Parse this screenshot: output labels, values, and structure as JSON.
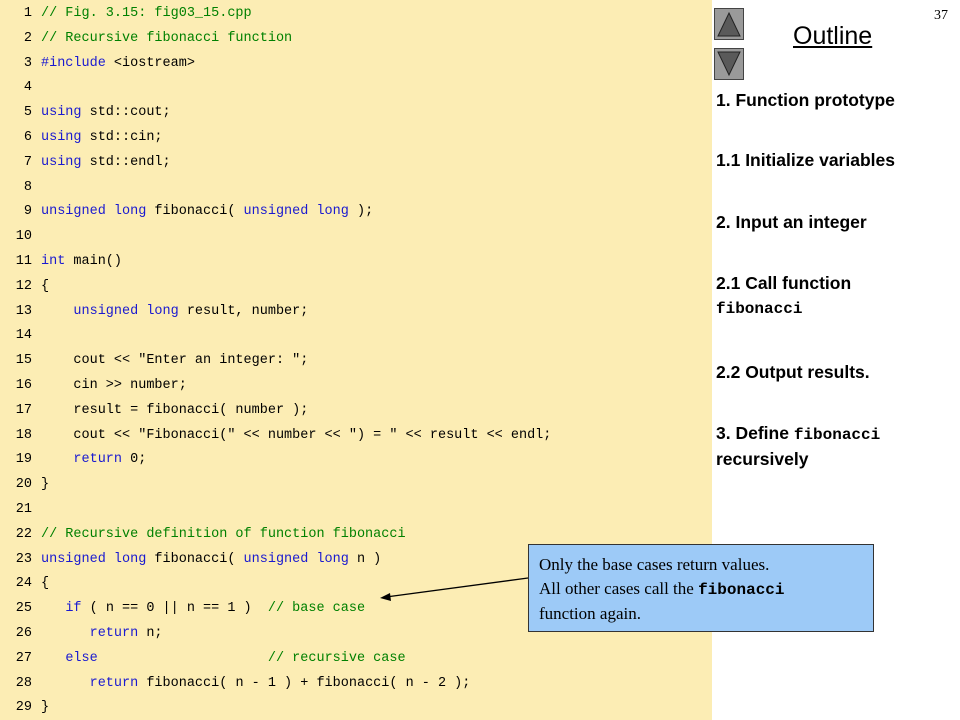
{
  "slide_number": "37",
  "outline": {
    "title": "Outline",
    "items": [
      {
        "text": "1.  Function prototype"
      },
      {
        "text": "1.1  Initialize variables"
      },
      {
        "text": "2.  Input an integer"
      },
      {
        "text": "2.1  Call function ",
        "code": "fibonacci"
      },
      {
        "text": "2.2  Output results."
      },
      {
        "text": "3.  Define ",
        "code": "fibonacci",
        "text2": "recursively"
      }
    ]
  },
  "callout": {
    "line1": "Only the base cases return values.",
    "line2_prefix": "All other cases call the ",
    "line2_code": "fibonacci",
    "line3": "function again."
  },
  "code_lines": [
    {
      "n": "1",
      "segs": [
        [
          "cm",
          "// Fig. 3.15: fig03_15.cpp"
        ]
      ]
    },
    {
      "n": "2",
      "segs": [
        [
          "cm",
          "// Recursive fibonacci function"
        ]
      ]
    },
    {
      "n": "3",
      "segs": [
        [
          "kw",
          "#include "
        ],
        [
          "tx",
          "<iostream>"
        ]
      ]
    },
    {
      "n": "4",
      "segs": []
    },
    {
      "n": "5",
      "segs": [
        [
          "kw",
          "using "
        ],
        [
          "tx",
          "std::cout;"
        ]
      ]
    },
    {
      "n": "6",
      "segs": [
        [
          "kw",
          "using "
        ],
        [
          "tx",
          "std::cin;"
        ]
      ]
    },
    {
      "n": "7",
      "segs": [
        [
          "kw",
          "using "
        ],
        [
          "tx",
          "std::endl;"
        ]
      ]
    },
    {
      "n": "8",
      "segs": []
    },
    {
      "n": "9",
      "segs": [
        [
          "kw",
          "unsigned long "
        ],
        [
          "tx",
          "fibonacci( "
        ],
        [
          "kw",
          "unsigned long "
        ],
        [
          "tx",
          ");"
        ]
      ]
    },
    {
      "n": "10",
      "segs": []
    },
    {
      "n": "11",
      "segs": [
        [
          "kw",
          "int "
        ],
        [
          "tx",
          "main()"
        ]
      ]
    },
    {
      "n": "12",
      "segs": [
        [
          "tx",
          "{"
        ]
      ]
    },
    {
      "n": "13",
      "segs": [
        [
          "tx",
          "    "
        ],
        [
          "kw",
          "unsigned long "
        ],
        [
          "tx",
          "result, number;"
        ]
      ]
    },
    {
      "n": "14",
      "segs": []
    },
    {
      "n": "15",
      "segs": [
        [
          "tx",
          "    cout << \"Enter an integer: \";"
        ]
      ]
    },
    {
      "n": "16",
      "segs": [
        [
          "tx",
          "    cin >> number;"
        ]
      ]
    },
    {
      "n": "17",
      "segs": [
        [
          "tx",
          "    result = fibonacci( number );"
        ]
      ]
    },
    {
      "n": "18",
      "segs": [
        [
          "tx",
          "    cout << \"Fibonacci(\" << number << \") = \" << result << endl;"
        ]
      ]
    },
    {
      "n": "19",
      "segs": [
        [
          "tx",
          "    "
        ],
        [
          "kw",
          "return "
        ],
        [
          "tx",
          "0;"
        ]
      ]
    },
    {
      "n": "20",
      "segs": [
        [
          "tx",
          "}"
        ]
      ]
    },
    {
      "n": "21",
      "segs": []
    },
    {
      "n": "22",
      "segs": [
        [
          "cm",
          "// Recursive definition of function fibonacci"
        ]
      ]
    },
    {
      "n": "23",
      "segs": [
        [
          "kw",
          "unsigned long "
        ],
        [
          "tx",
          "fibonacci( "
        ],
        [
          "kw",
          "unsigned long "
        ],
        [
          "tx",
          "n )"
        ]
      ]
    },
    {
      "n": "24",
      "segs": [
        [
          "tx",
          "{"
        ]
      ]
    },
    {
      "n": "25",
      "segs": [
        [
          "tx",
          "   "
        ],
        [
          "kw",
          "if "
        ],
        [
          "tx",
          "( n == 0 || n == 1 )  "
        ],
        [
          "cm",
          "// base case"
        ]
      ]
    },
    {
      "n": "26",
      "segs": [
        [
          "tx",
          "      "
        ],
        [
          "kw",
          "return "
        ],
        [
          "tx",
          "n;"
        ]
      ]
    },
    {
      "n": "27",
      "segs": [
        [
          "tx",
          "   "
        ],
        [
          "kw",
          "else                     "
        ],
        [
          "cm",
          "// recursive case"
        ]
      ]
    },
    {
      "n": "28",
      "segs": [
        [
          "tx",
          "      "
        ],
        [
          "kw",
          "return "
        ],
        [
          "tx",
          "fibonacci( n - 1 ) + fibonacci( n - 2 );"
        ]
      ]
    },
    {
      "n": "29",
      "segs": [
        [
          "tx",
          "}"
        ]
      ]
    }
  ]
}
